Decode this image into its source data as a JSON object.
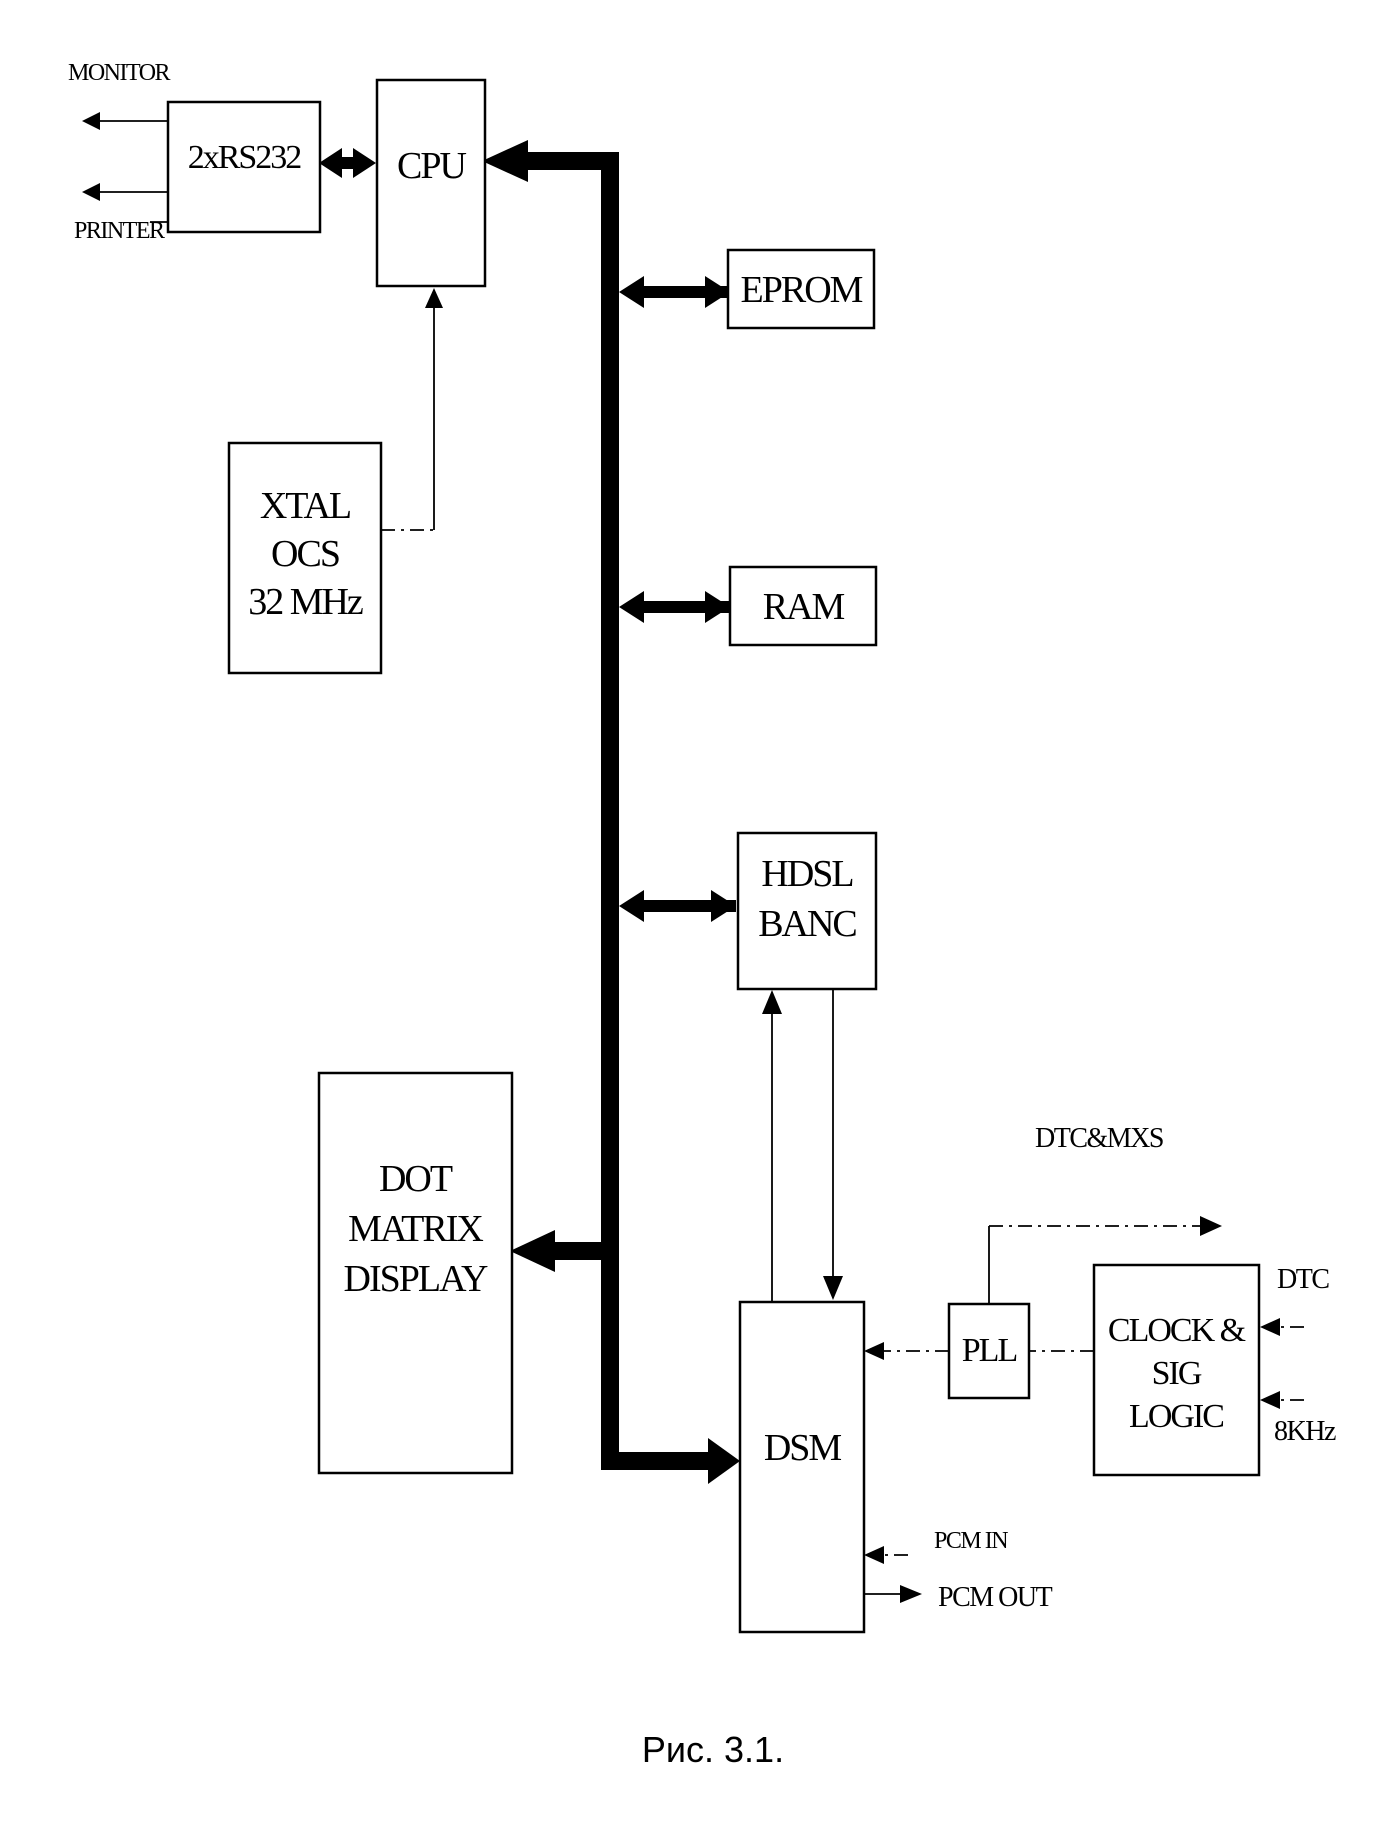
{
  "blocks": {
    "rs232": "2xRS232",
    "cpu": "CPU",
    "eprom": "EPROM",
    "ram": "RAM",
    "xtal": [
      "XTAL",
      "OCS",
      "32 MHz"
    ],
    "hdsl": [
      "HDSL",
      "BANC"
    ],
    "display": [
      "DOT",
      "MATRIX",
      "DISPLAY"
    ],
    "dsm": "DSM",
    "pll": "PLL",
    "clock": [
      "CLOCK &",
      "SIG",
      "LOGIC"
    ]
  },
  "signals": {
    "monitor": "MONITOR",
    "printer": "PRINTER",
    "dtc_mxs": "DTC&MXS",
    "dtc": "DTC",
    "khz": "8KHz",
    "pcm_in": "PCM IN",
    "pcm_out": "PCM OUT"
  },
  "caption": "Рис. 3.1."
}
